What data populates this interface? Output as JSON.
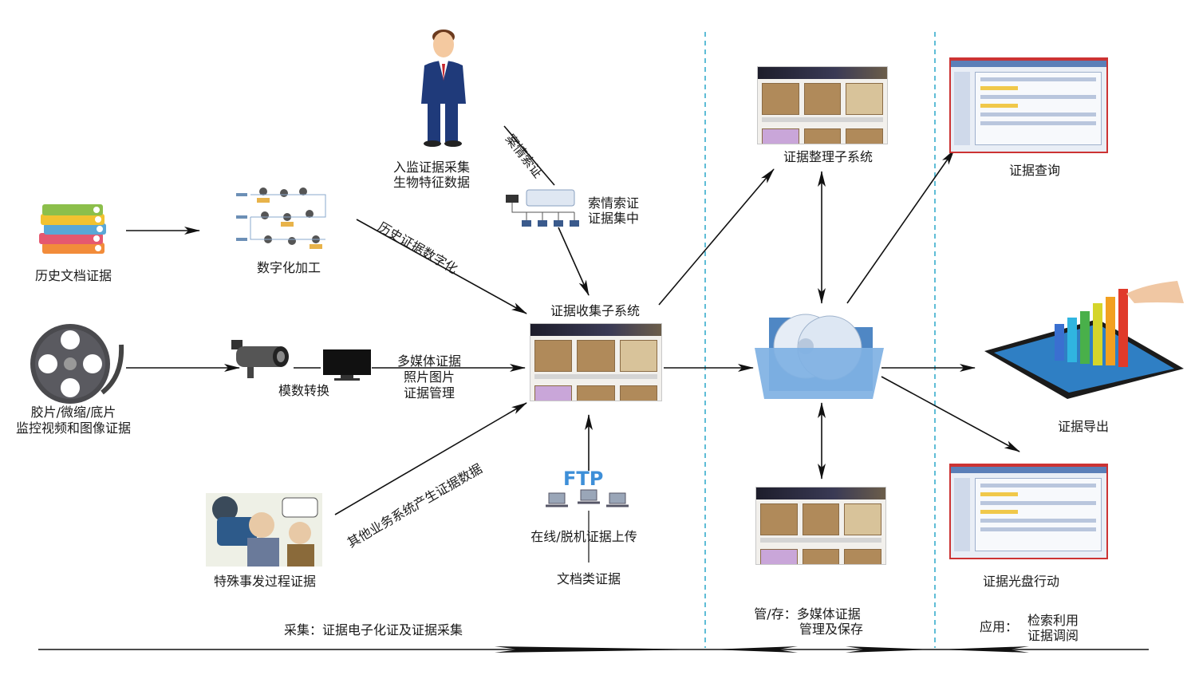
{
  "nodes": {
    "history_docs": "历史文档证据",
    "digitize": "数字化加工",
    "prison_collect_1": "入监证据采集",
    "prison_collect_2": "生物特征数据",
    "case_cent_1": "索情索证",
    "case_cent_2": "证据集中",
    "collect_sub": "证据收集子系统",
    "film_1": "胶片/微缩/底片",
    "film_2": "监控视频和图像证据",
    "ad_convert": "模数转换",
    "multimedia_1": "多媒体证据",
    "multimedia_2": "照片图片",
    "multimedia_3": "证据管理",
    "special_event": "特殊事发过程证据",
    "ftp_logo": "FTP",
    "online_upload": "在线/脱机证据上传",
    "doc_evidence": "文档类证据",
    "organize_sub": "证据整理子系统",
    "query": "证据查询",
    "export": "证据导出",
    "disc_action": "证据光盘行动"
  },
  "edges": {
    "case_request": "案情索证",
    "history_digitize": "历史证据数字化",
    "other_business": "其他业务系统产生证据数据"
  },
  "stages": {
    "collect": "采集：证据电子化证及证据采集",
    "manage_1": "管/存：多媒体证据",
    "manage_2": "管理及保存",
    "app_label": "应用：",
    "app_1": "检索利用",
    "app_2": "证据调阅"
  },
  "colors": {
    "divider": "#2aa7c9",
    "arrow": "#111111",
    "folder": "#6fa3d8"
  }
}
